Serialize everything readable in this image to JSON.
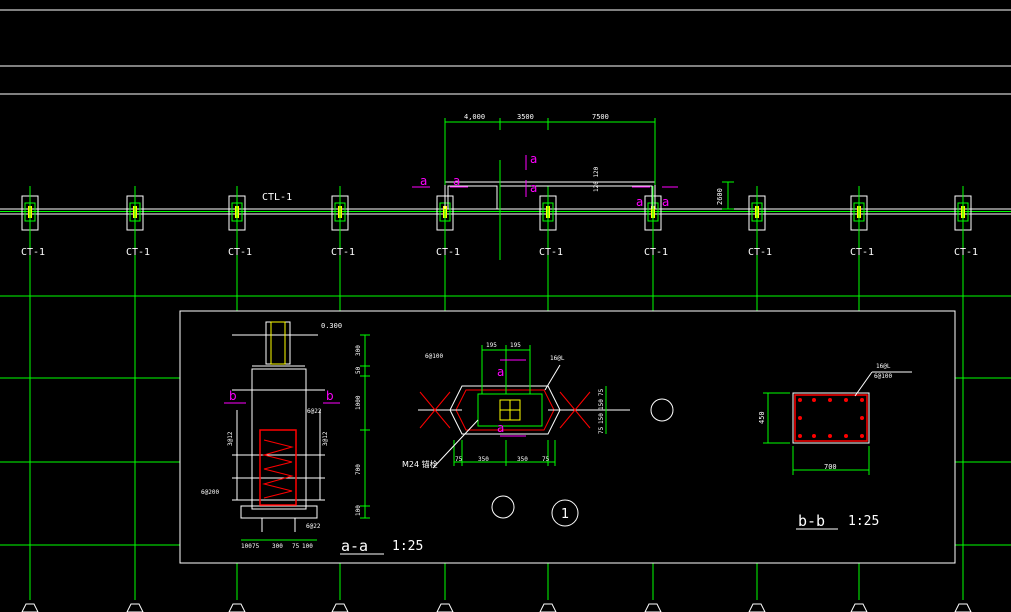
{
  "colors": {
    "background": "#000000",
    "line_white": "#ffffff",
    "grid_green": "#00ff00",
    "label_magenta": "#ff00ff",
    "rebar_red": "#ff0000",
    "hatch_yellow": "#ffff00"
  },
  "plan": {
    "beam_label": "CTL-1",
    "cap_label": "CT-1",
    "cap_count": 10,
    "dims_top": [
      "4,000",
      "3500",
      "7500"
    ],
    "dim_side": "2600",
    "dim_side2": "120 120",
    "section_marks": [
      "a",
      "a",
      "a",
      "a",
      "a",
      "a"
    ]
  },
  "detail_aa": {
    "elev_label": "0.300",
    "side_dims": [
      "300",
      "50",
      "1000",
      "700",
      "100"
    ],
    "bottom_dims": [
      "100",
      "75",
      "300",
      "75",
      "100"
    ],
    "bar_labels": [
      "6@22",
      "3@12",
      "3@12",
      "6@200",
      "6@22"
    ],
    "section_mark": "b",
    "title": "a-a",
    "scale": "1:25"
  },
  "detail_plan": {
    "top_dims": [
      "195",
      "195"
    ],
    "note_top": "6@100",
    "note_right": "16@L",
    "side_dims": [
      "75",
      "150",
      "150",
      "75"
    ],
    "bottom_dims": [
      "75",
      "350",
      "350",
      "75"
    ],
    "bolt_label": "M24 锚栓",
    "section_mark": "a",
    "callout": "1"
  },
  "detail_bb": {
    "note": "16@L",
    "note2": "6@100",
    "dim_left": "450",
    "dim_bottom": "700",
    "title": "b-b",
    "scale": "1:25"
  }
}
